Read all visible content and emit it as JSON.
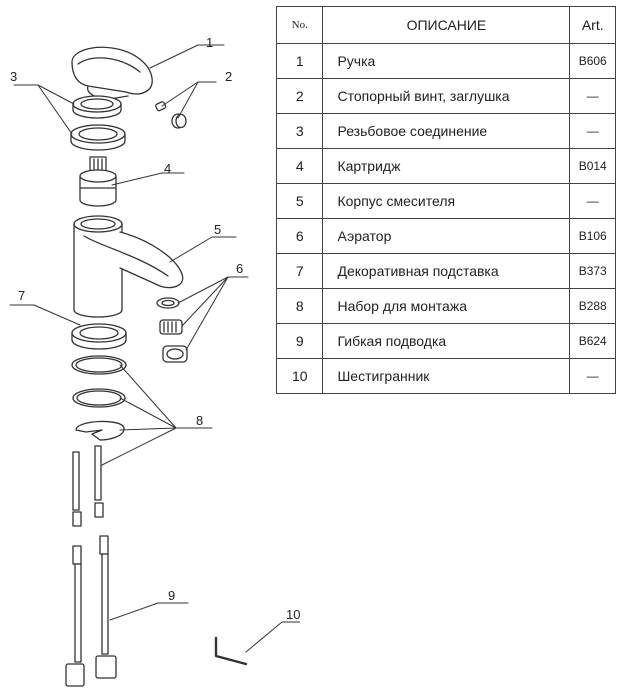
{
  "table": {
    "headers": {
      "no": "No.",
      "description": "ОПИСАНИЕ",
      "art": "Art."
    },
    "rows": [
      {
        "no": "1",
        "description": "Ручка",
        "art": "B606"
      },
      {
        "no": "2",
        "description": "Стопорный винт, заглушка",
        "art": "—"
      },
      {
        "no": "3",
        "description": "Резьбовое соединение",
        "art": "—"
      },
      {
        "no": "4",
        "description": "Картридж",
        "art": "B014"
      },
      {
        "no": "5",
        "description": "Корпус смесителя",
        "art": "—"
      },
      {
        "no": "6",
        "description": "Аэратор",
        "art": "B106"
      },
      {
        "no": "7",
        "description": "Декоративная подставка",
        "art": "B373"
      },
      {
        "no": "8",
        "description": "Набор для монтажа",
        "art": "B288"
      },
      {
        "no": "9",
        "description": "Гибкая подводка",
        "art": "B624"
      },
      {
        "no": "10",
        "description": "Шестигранник",
        "art": "—"
      }
    ]
  },
  "callouts": [
    "1",
    "2",
    "3",
    "4",
    "5",
    "6",
    "7",
    "8",
    "9",
    "10"
  ]
}
